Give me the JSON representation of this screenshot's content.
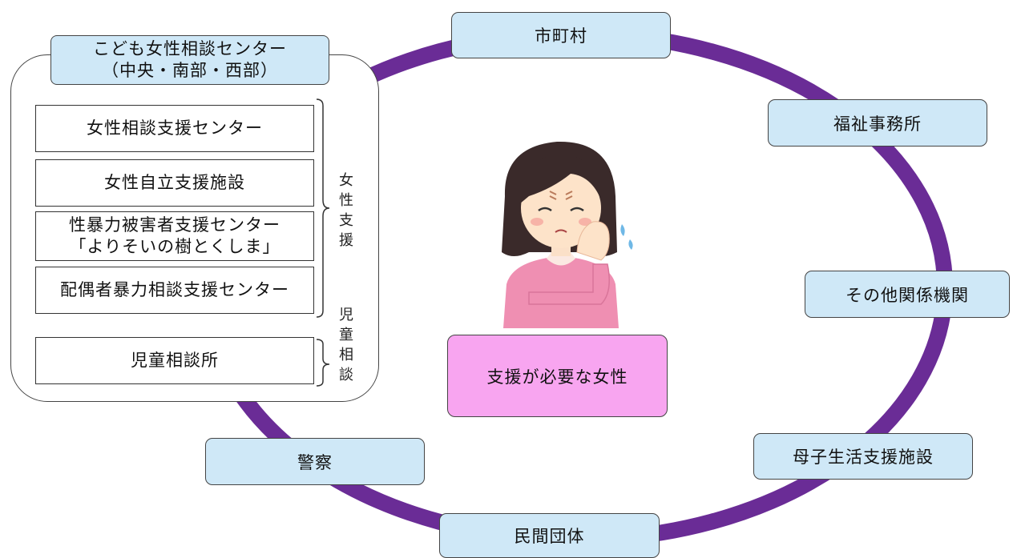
{
  "ring_color": "#6a2c96",
  "nodes": {
    "municipality": "市町村",
    "welfare_office": "福祉事務所",
    "other_agencies": "その他関係機関",
    "mother_child_facility": "母子生活支援施設",
    "private_orgs": "民間団体",
    "police": "警察"
  },
  "center": {
    "title_line1": "こども女性相談センター",
    "title_line2": "（中央・南部・西部）",
    "facilities": [
      {
        "line1": "女性相談支援センター"
      },
      {
        "line1": "女性自立支援施設"
      },
      {
        "line1": "性暴力被害者支援センター",
        "line2": "「よりそいの樹とくしま」"
      },
      {
        "line1": "配偶者暴力相談支援センター"
      },
      {
        "line1": "児童相談所"
      }
    ],
    "group_women_support": "女性支援",
    "group_child_consult": "児童相談"
  },
  "woman_label": "支援が必要な女性",
  "illustration": "worried-woman-illustration"
}
